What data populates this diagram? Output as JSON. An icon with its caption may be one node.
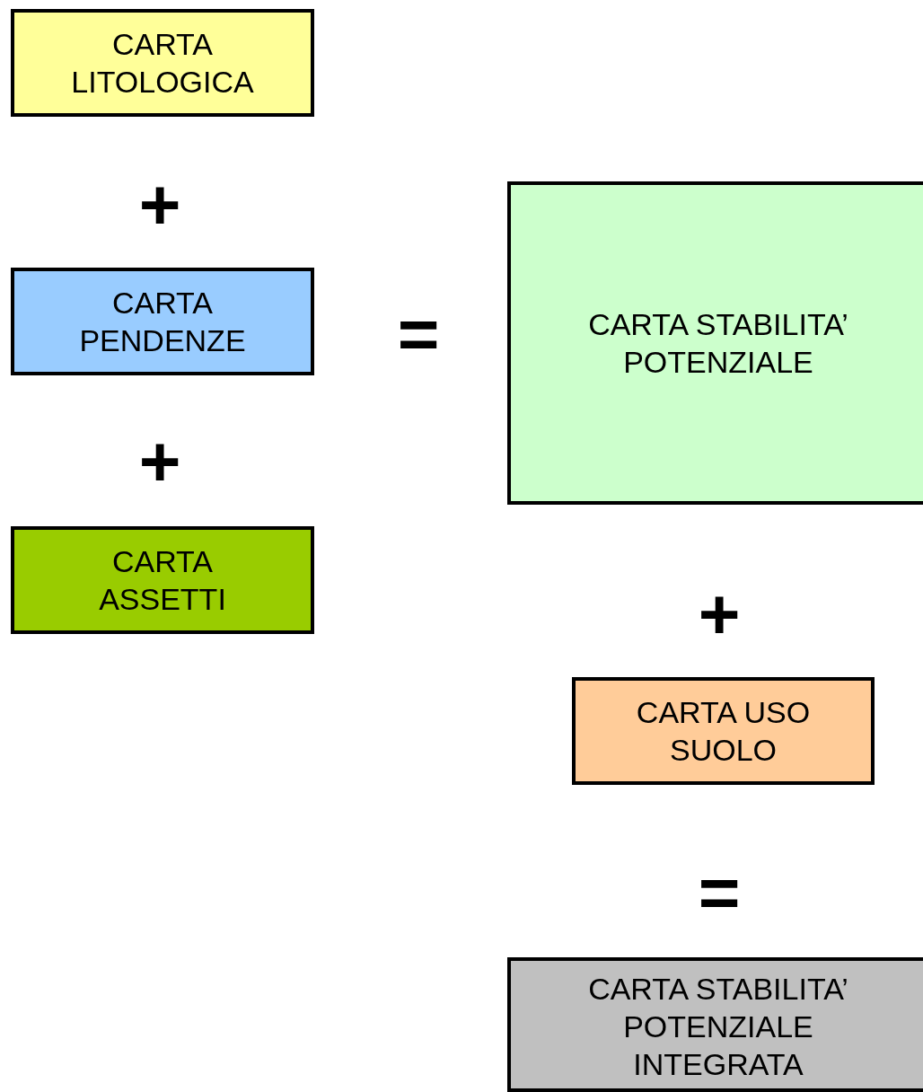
{
  "diagram": {
    "nodes": [
      {
        "text": [
          "CARTA LITOLOGICA"
        ]
      },
      {
        "text": [
          "CARTA PENDENZE"
        ]
      },
      {
        "text": [
          "CARTA ASSETTI"
        ]
      },
      {
        "text": [
          "CARTA STABILITA’ POTENZIALE"
        ]
      },
      {
        "text": [
          "CARTA USO SUOLO"
        ]
      },
      {
        "text": [
          "CARTA STABILITA’ POTENZIALE INTEGRATA"
        ]
      }
    ],
    "labels": [
      "+",
      "=",
      "+",
      "+",
      "="
    ]
  }
}
